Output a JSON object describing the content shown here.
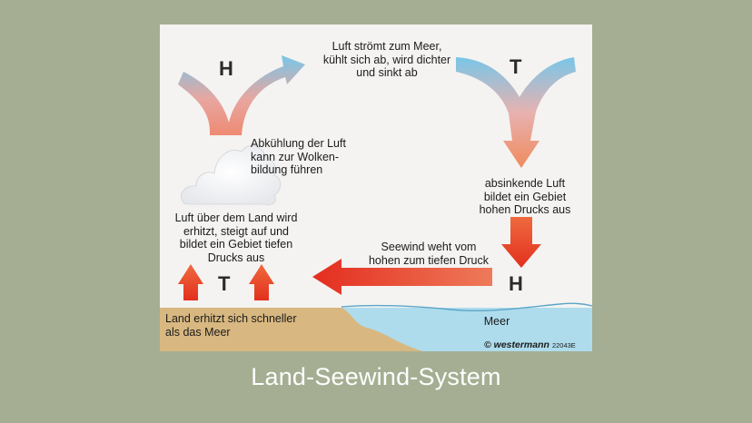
{
  "diagram": {
    "top_left_letter": "H",
    "top_right_letter": "T",
    "bottom_right_letter": "H",
    "bottom_left_letter": "T",
    "label_top": "Luft strömt zum Meer,\nkühlt sich ab, wird dichter\nund sinkt ab",
    "label_cloud": "Abkühlung der Luft\nkann zur Wolken-\nbildung führen",
    "label_right": "absinkende Luft\nbildet ein Gebiet\nhohen Drucks aus",
    "label_land_air": "Luft über dem Land wird\nerhitzt, steigt auf und\nbildet ein Gebiet tiefen\nDrucks aus",
    "label_seawind": "Seewind weht vom\nhohen zum tiefen Druck",
    "label_land": "Land erhitzt sich schneller\nals das Meer",
    "label_sea": "Meer",
    "copyright_symbol": "© westermann",
    "figure_code": "22043E"
  },
  "caption": "Land-Seewind-System",
  "colors": {
    "warm_red": "#e8402c",
    "cool_blue": "#7cc8e6",
    "land": "#d6b77f",
    "sea": "#aedcec",
    "page_bg": "#a5ae92"
  }
}
